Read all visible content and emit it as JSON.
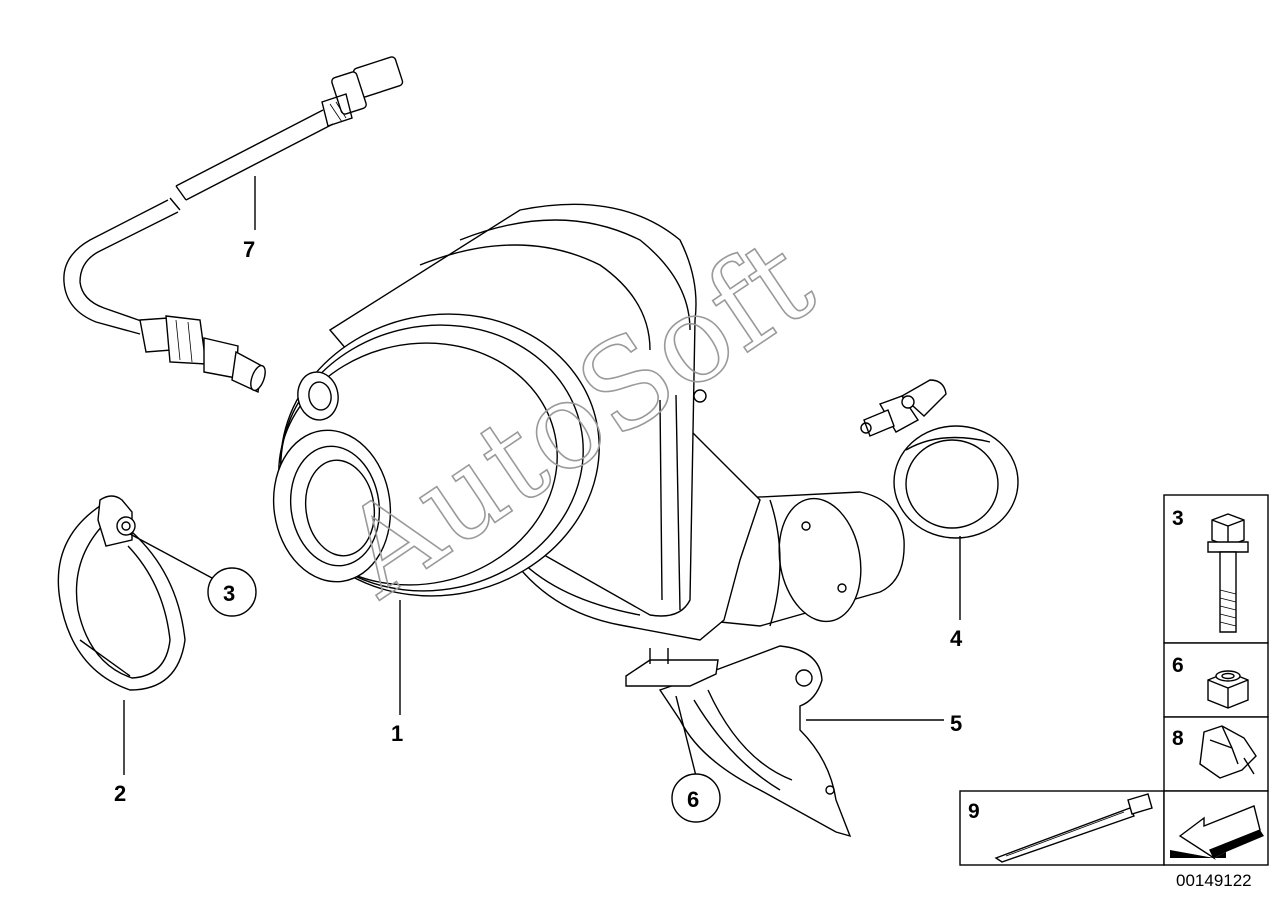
{
  "callouts": {
    "part_1": "1",
    "part_2": "2",
    "part_3": "3",
    "part_4": "4",
    "part_5": "5",
    "part_6": "6",
    "part_7": "7"
  },
  "legend": {
    "item_3": "3",
    "item_6": "6",
    "item_8": "8",
    "item_9": "9"
  },
  "watermark": "AutoSoft",
  "document_number": "00149122"
}
